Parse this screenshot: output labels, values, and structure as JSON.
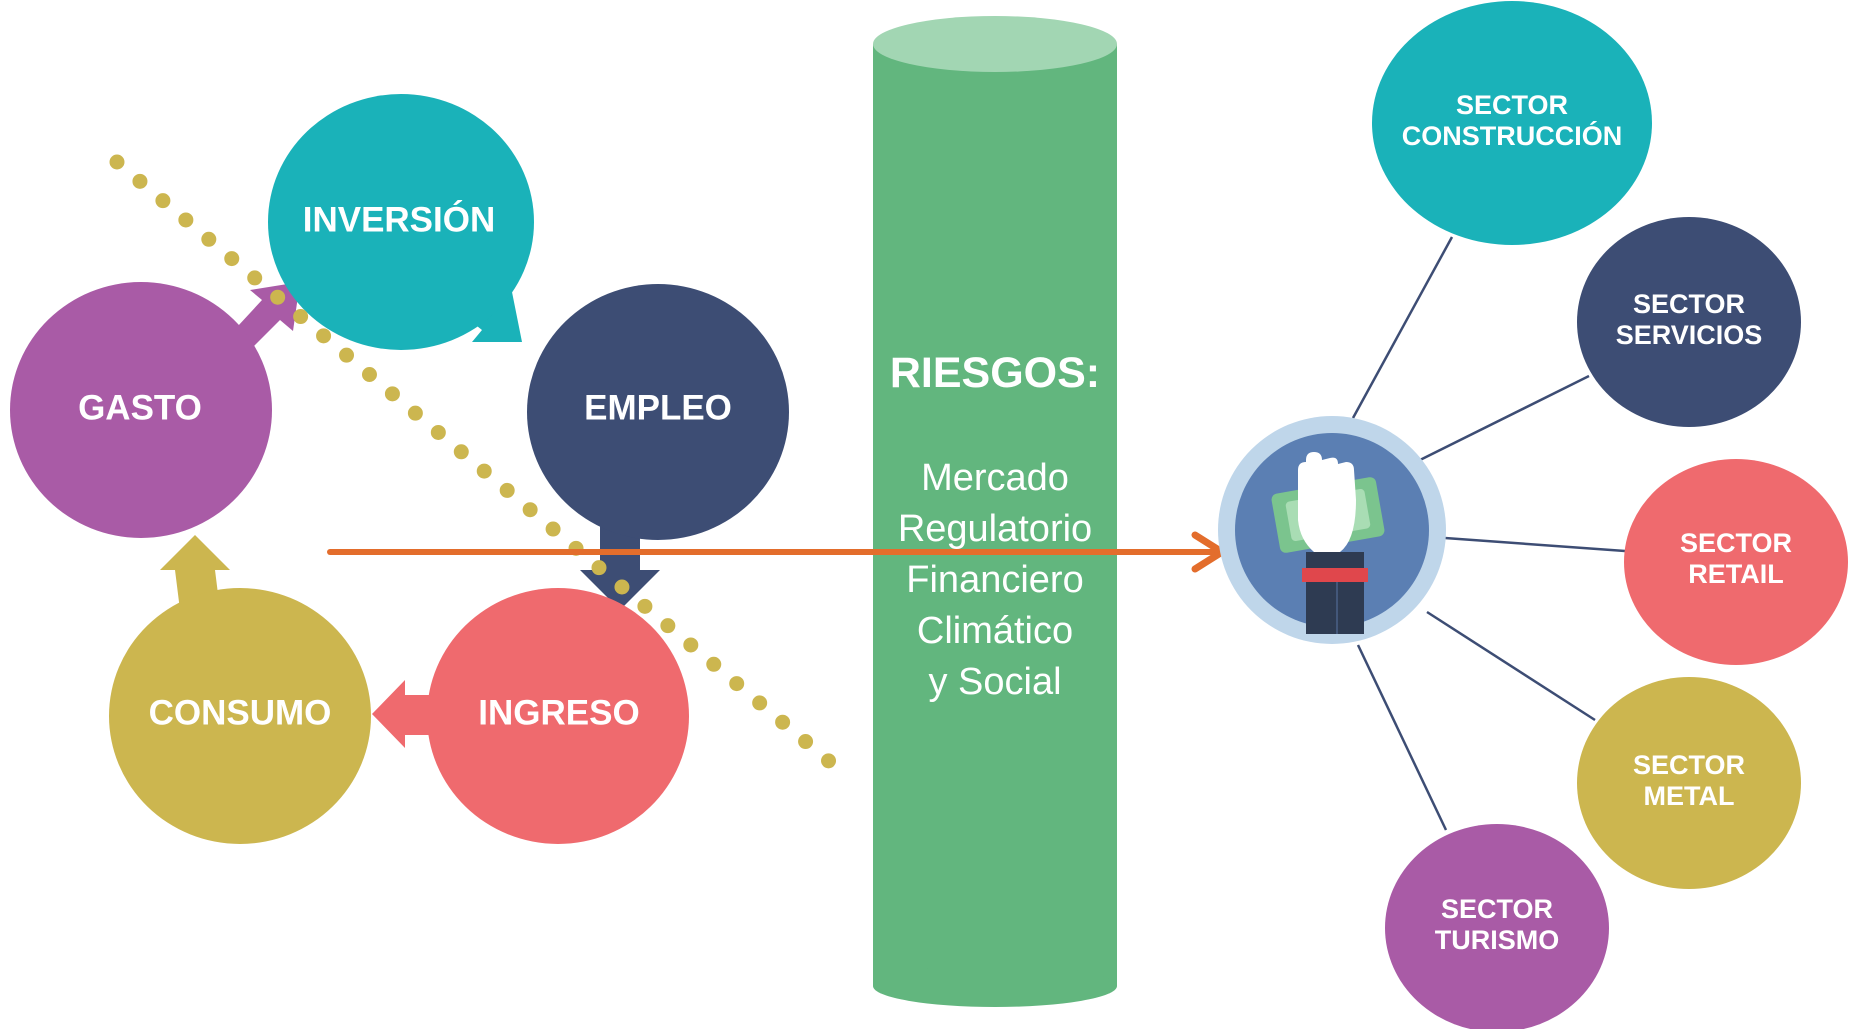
{
  "cycle": {
    "inversion": "INVERSIÓN",
    "empleo": "EMPLEO",
    "gasto": "GASTO",
    "consumo": "CONSUMO",
    "ingreso": "INGRESO"
  },
  "risks": {
    "title": "RIESGOS:",
    "items": [
      "Mercado",
      "Regulatorio",
      "Financiero",
      "Climático",
      "y Social"
    ]
  },
  "sectors": [
    {
      "line1": "SECTOR",
      "line2": "CONSTRUCCIÓN"
    },
    {
      "line1": "SECTOR",
      "line2": "SERVICIOS"
    },
    {
      "line1": "SECTOR",
      "line2": "RETAIL"
    },
    {
      "line1": "SECTOR",
      "line2": "METAL"
    },
    {
      "line1": "SECTOR",
      "line2": "TURISMO"
    }
  ],
  "hub_icon": "fist-holding-money-icon",
  "colors": {
    "teal": "#1AB2B9",
    "navy": "#3D4D74",
    "purple": "#A95BA6",
    "olive": "#CCB64F",
    "coral": "#EF6A6E",
    "green_pillar": "#62B67E",
    "green_pillar_top": "#A2D6B3",
    "orange_arrow": "#E36D2C",
    "dotted_line": "#CCB64F",
    "hub_ring": "#BFD6EA",
    "hub_inner": "#5B7FB3"
  }
}
